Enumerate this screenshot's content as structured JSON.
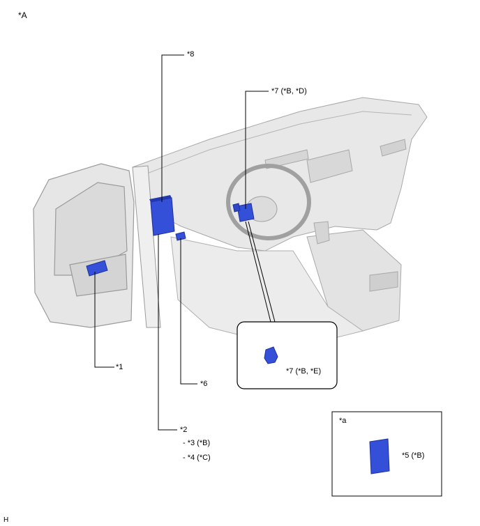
{
  "diagram": {
    "view_label": "*A",
    "corner_code": "H",
    "callouts": {
      "c1": "*1",
      "c2": "*2",
      "c3": "- *3 (*B)",
      "c4": "- *4 (*C)",
      "c5": "*5 (*B)",
      "c6": "*6",
      "c7_main": "*7 (*B, *D)",
      "c7_inset": "*7 (*B, *E)",
      "c8": "*8"
    },
    "inset_a_label": "*a",
    "colors": {
      "component": "#3550d8",
      "component_dark": "#1e2f9e",
      "interior": "#e6e6e6",
      "outline": "#9a9a9a"
    }
  }
}
